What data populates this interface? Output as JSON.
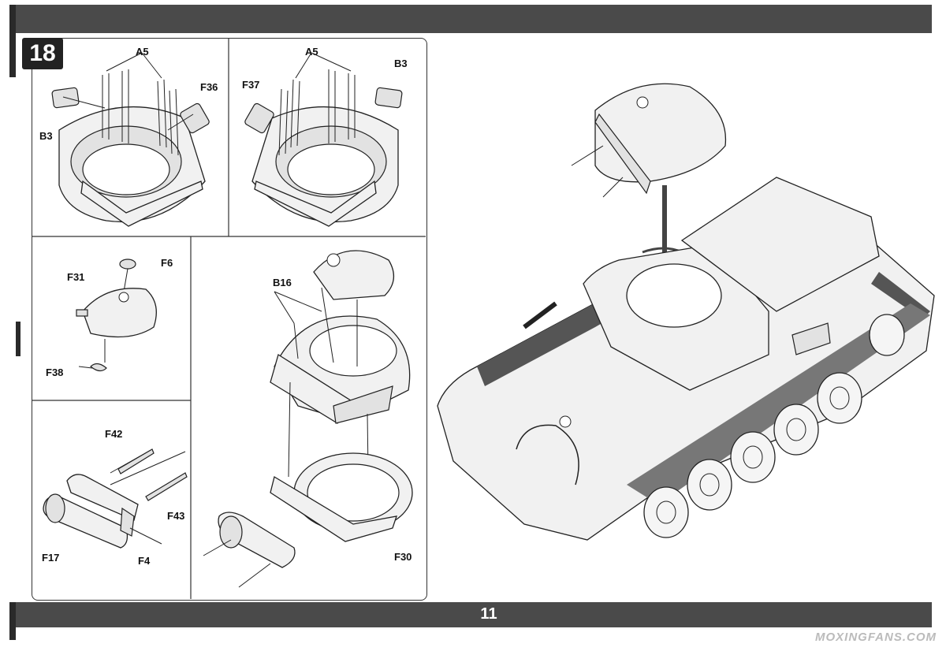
{
  "page": {
    "step_number": "18",
    "page_number": "11",
    "watermark": "MOXINGFANS.COM"
  },
  "panel_a": {
    "label_a5": "A5",
    "label_f36": "F36",
    "label_b3": "B3"
  },
  "panel_b": {
    "label_a5": "A5",
    "label_b3": "B3",
    "label_f37": "F37"
  },
  "panel_c": {
    "label_f6": "F6",
    "label_f31": "F31",
    "label_f38": "F38"
  },
  "panel_d": {
    "label_b16": "B16",
    "label_f30": "F30"
  },
  "panel_e": {
    "label_f42": "F42",
    "label_f43": "F43",
    "label_f17": "F17",
    "label_f4": "F4"
  },
  "colors": {
    "bar": "#4a4a4a",
    "step_badge": "#222222",
    "line": "#222222"
  }
}
